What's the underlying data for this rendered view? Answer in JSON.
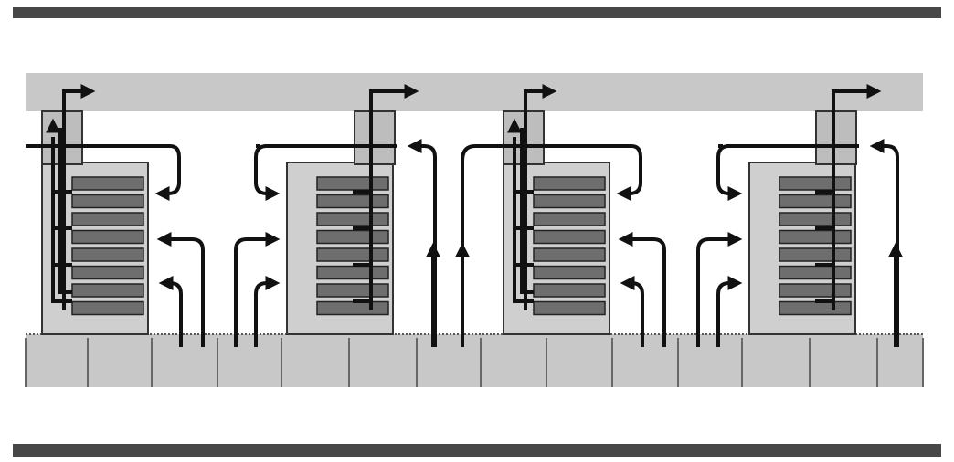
{
  "diagram": {
    "description_free": true,
    "racks": [
      {
        "id": "rack-1",
        "server_slots": 8,
        "exhaust_side": "left",
        "intake_side": "right"
      },
      {
        "id": "rack-2",
        "server_slots": 8,
        "exhaust_side": "right",
        "intake_side": "left"
      },
      {
        "id": "rack-3",
        "server_slots": 8,
        "exhaust_side": "left",
        "intake_side": "right"
      },
      {
        "id": "rack-4",
        "server_slots": 8,
        "exhaust_side": "right",
        "intake_side": "left"
      }
    ],
    "colors": {
      "frame_bar": "#474747",
      "ceiling_plenum": "#c8c8c8",
      "rack_body": "#cfcfcf",
      "server_unit": "#6e6e6e",
      "floor_tile": "#c8c8c8",
      "airflow_arrow": "#111111"
    }
  }
}
